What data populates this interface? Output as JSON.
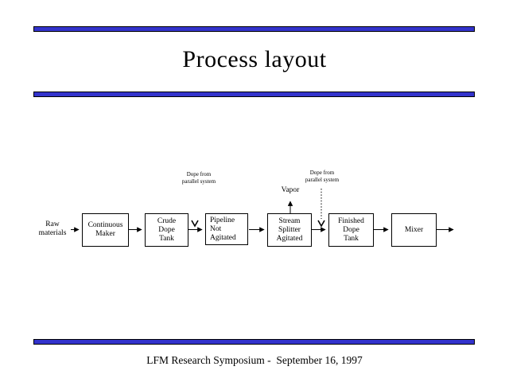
{
  "slide": {
    "title": "Process layout",
    "footer": "LFM Research Symposium -  September 16, 1997"
  },
  "colors": {
    "background": "#FFFFFF",
    "bar_fill": "#3333CC",
    "bar_border": "#000000",
    "text": "#000000",
    "box_border": "#000000",
    "line": "#000000"
  },
  "diagram": {
    "source_label": "Raw\nmaterials",
    "boxes": [
      {
        "label": "Continuous\nMaker"
      },
      {
        "label": "Crude\nDope\nTank"
      },
      {
        "label": "Pipeline\nNot\nAgitated"
      },
      {
        "label": "Stream\nSplitter\nAgitated"
      },
      {
        "label": "Finished\nDope\nTank"
      },
      {
        "label": "Mixer"
      }
    ],
    "annotations": {
      "dope_label_1": "Dope from\nparallel system",
      "dope_label_2": "Dope from\nparallel system",
      "vapor_label": "Vapor"
    }
  }
}
